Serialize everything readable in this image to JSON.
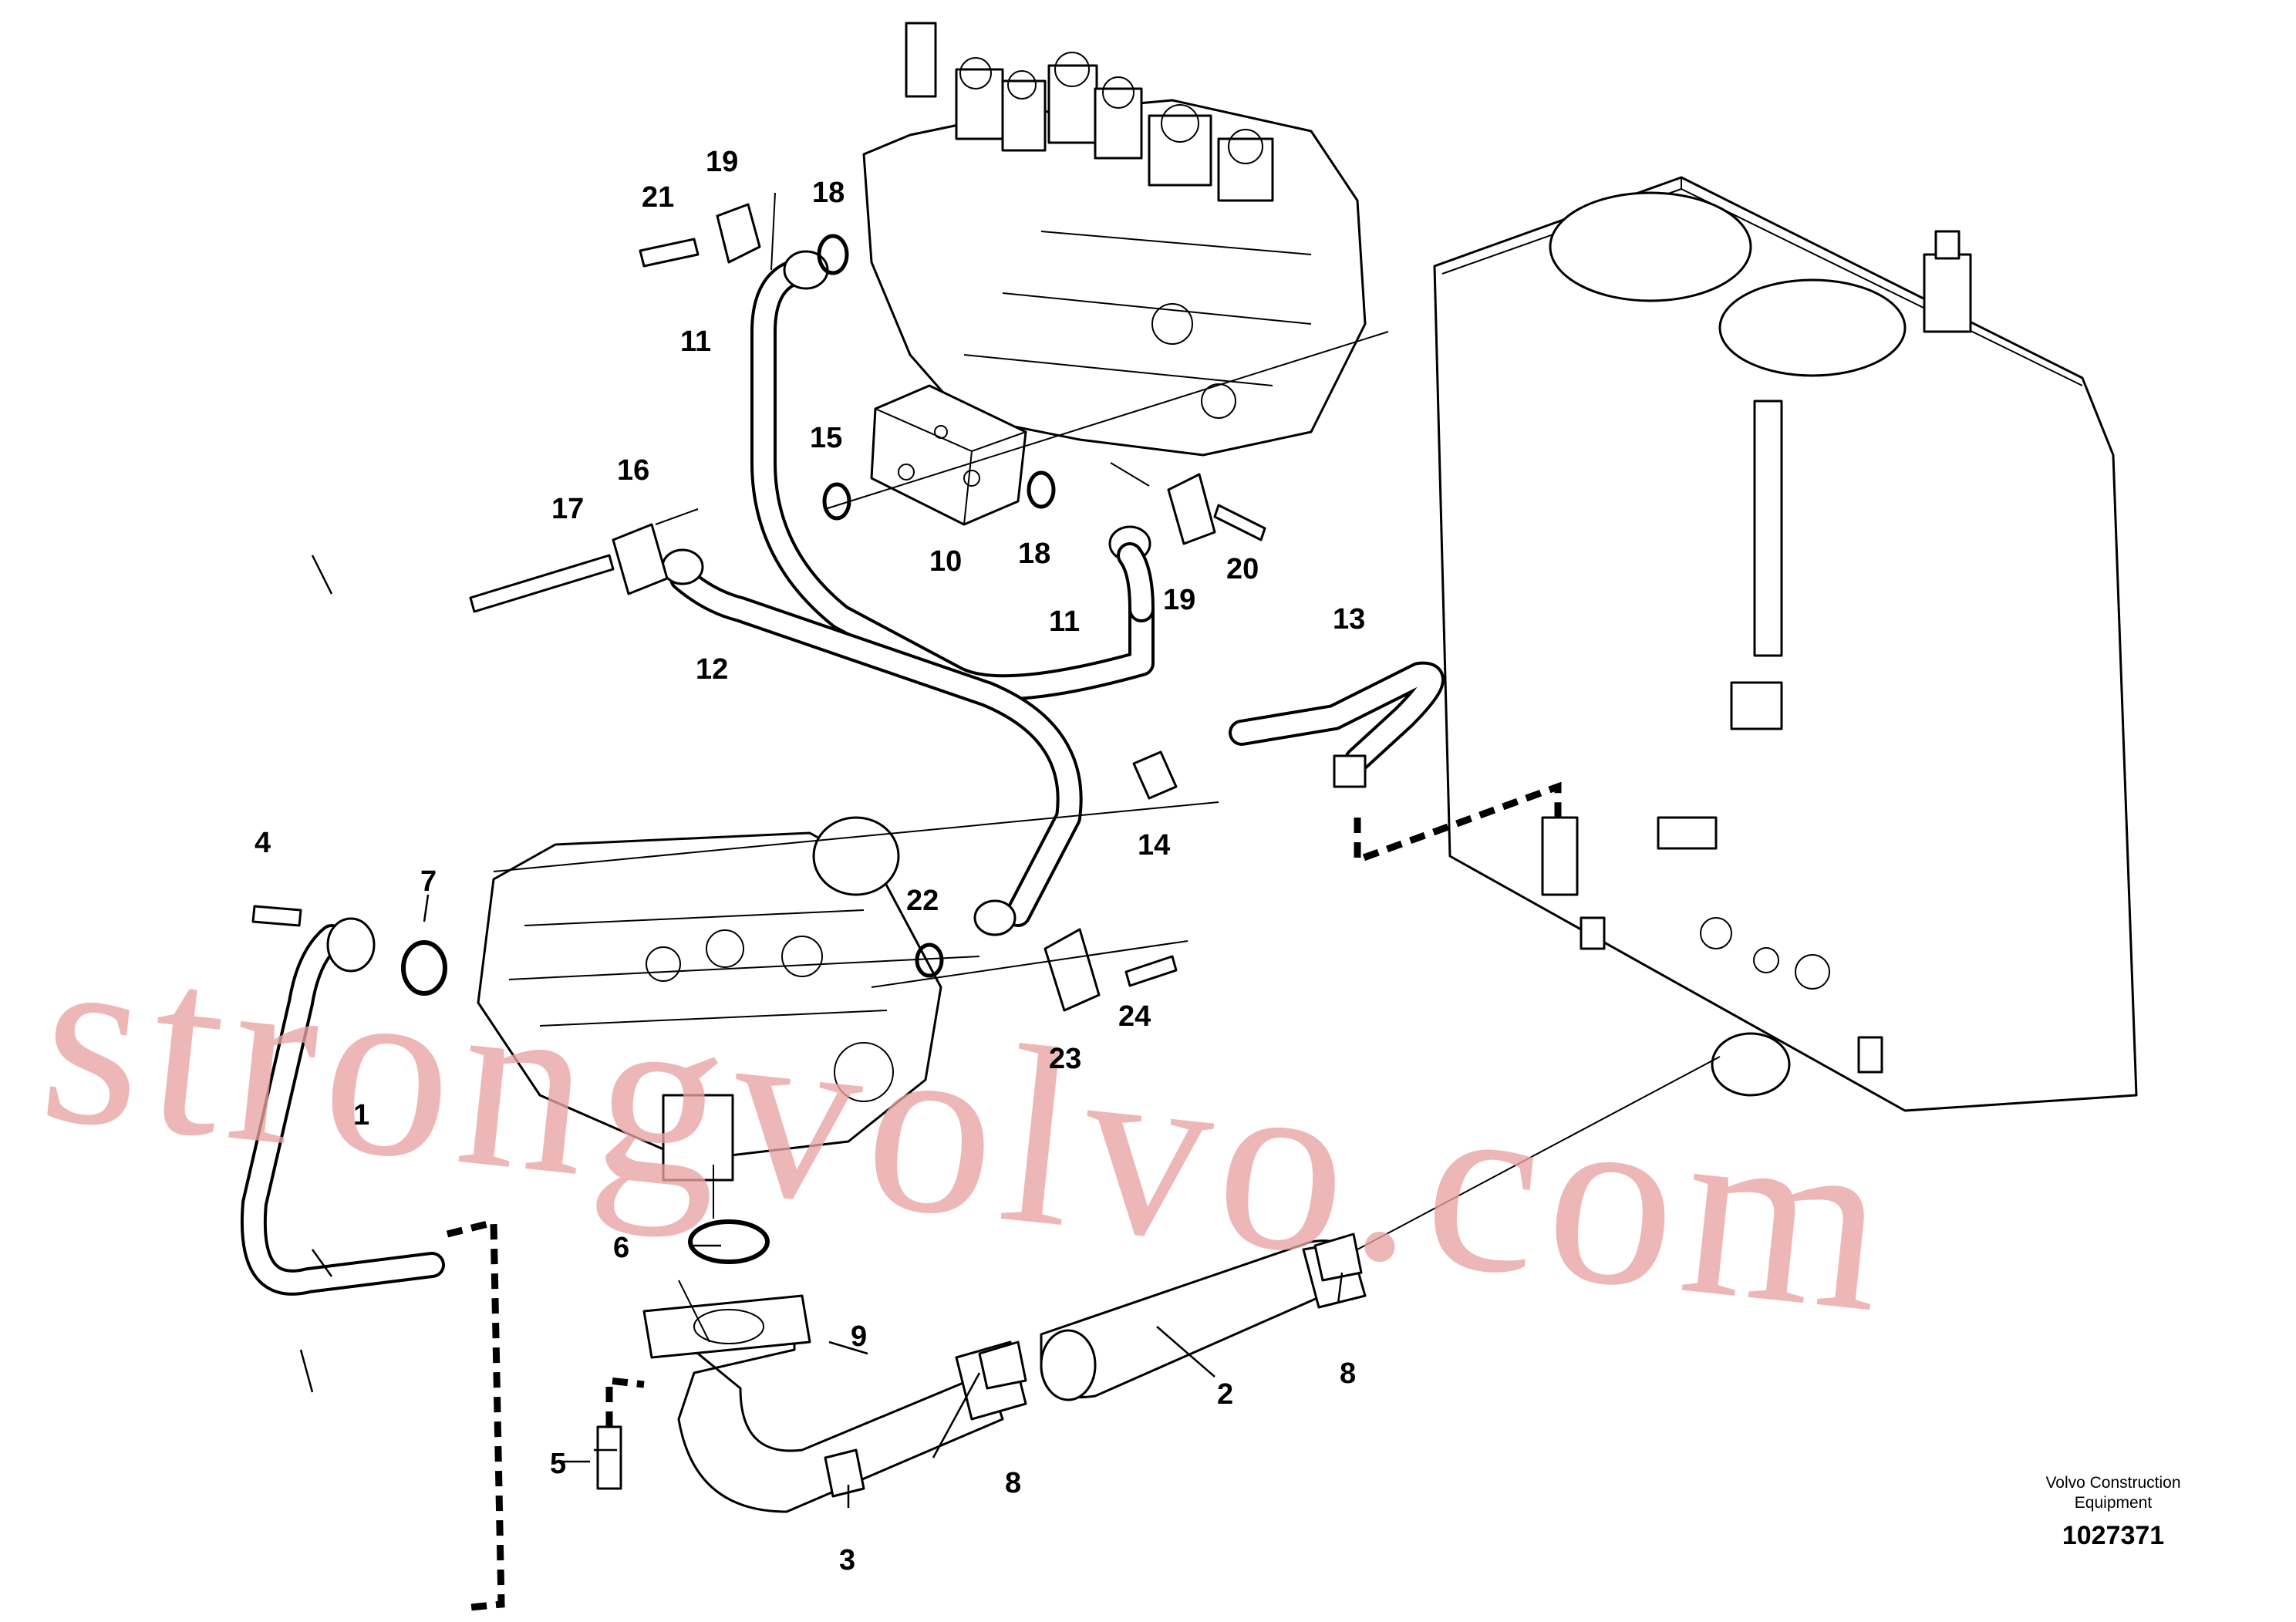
{
  "diagram": {
    "callouts": [
      "1",
      "2",
      "3",
      "4",
      "5",
      "6",
      "7",
      "8",
      "8",
      "9",
      "10",
      "11",
      "11",
      "12",
      "13",
      "14",
      "15",
      "16",
      "17",
      "18",
      "18",
      "19",
      "19",
      "20",
      "21",
      "22",
      "23",
      "24"
    ],
    "watermark": "strongvolvo.com",
    "info": {
      "company": "Volvo Construction Equipment",
      "doc_number": "1027371"
    }
  }
}
